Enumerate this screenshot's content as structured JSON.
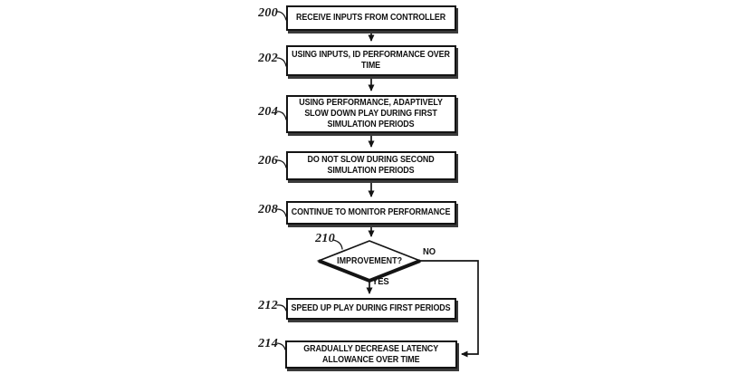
{
  "figure": {
    "type": "flowchart",
    "colors": {
      "ink": "#141414",
      "background": "#ffffff",
      "shadow": "#3a3a3a"
    }
  },
  "flowchart": {
    "nodes": [
      {
        "ref": "200",
        "shape": "rect",
        "text": "RECEIVE INPUTS FROM CONTROLLER"
      },
      {
        "ref": "202",
        "shape": "rect",
        "text": "USING INPUTS, ID PERFORMANCE OVER\nTIME"
      },
      {
        "ref": "204",
        "shape": "rect",
        "text": "USING PERFORMANCE, ADAPTIVELY\nSLOW DOWN PLAY DURING FIRST\nSIMULATION PERIODS"
      },
      {
        "ref": "206",
        "shape": "rect",
        "text": "DO NOT SLOW DURING SECOND\nSIMULATION PERIODS"
      },
      {
        "ref": "208",
        "shape": "rect",
        "text": "CONTINUE TO MONITOR PERFORMANCE"
      },
      {
        "ref": "210",
        "shape": "diamond",
        "text": "IMPROVEMENT?"
      },
      {
        "ref": "212",
        "shape": "rect",
        "text": "SPEED UP PLAY DURING FIRST PERIODS"
      },
      {
        "ref": "214",
        "shape": "rect",
        "text": "GRADUALLY DECREASE LATENCY\nALLOWANCE OVER TIME"
      }
    ],
    "decision": {
      "no_label": "NO",
      "yes_label": "YES"
    },
    "edges": [
      {
        "from": "200",
        "to": "202"
      },
      {
        "from": "202",
        "to": "204"
      },
      {
        "from": "204",
        "to": "206"
      },
      {
        "from": "206",
        "to": "208"
      },
      {
        "from": "208",
        "to": "210"
      },
      {
        "from": "210",
        "to": "212",
        "label": "YES"
      },
      {
        "from": "210",
        "to": "214",
        "label": "NO"
      }
    ]
  }
}
